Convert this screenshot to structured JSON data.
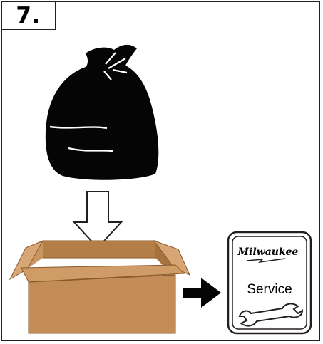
{
  "step": {
    "number": "7."
  },
  "service_card": {
    "brand": "Milwaukee",
    "label": "Service"
  },
  "icons": {
    "bag": "garbage-bag-icon",
    "down_arrow": "down-arrow-icon",
    "box": "cardboard-box-icon",
    "right_arrow": "right-arrow-icon",
    "wrench": "wrench-icon"
  }
}
